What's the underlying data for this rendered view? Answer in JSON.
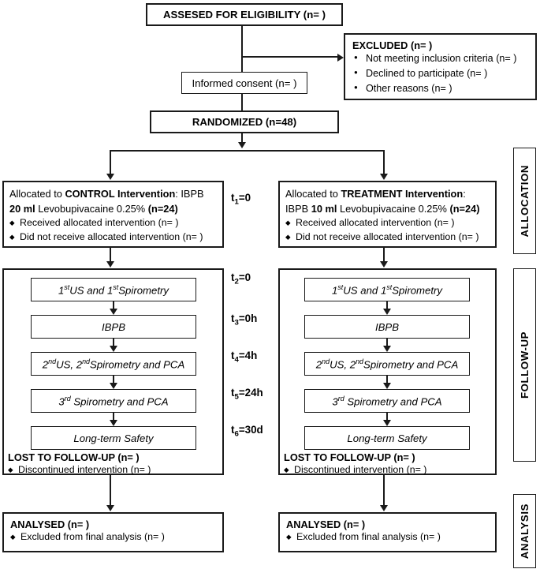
{
  "diagram": {
    "title": "CONSORT participant flow diagram",
    "accent": "#1a1a1a",
    "background": "#ffffff"
  },
  "enrollment": {
    "assessed": "ASSESED FOR ELIGIBILITY (n= )",
    "informed_consent": "Informed consent (n= )",
    "randomized": "RANDOMIZED (n=48)",
    "excluded_title": "EXCLUDED (n= )",
    "excluded_items": [
      "Not meeting inclusion criteria (n= )",
      "Declined to participate (n= )",
      "Other reasons (n= )"
    ]
  },
  "allocation": {
    "left": {
      "line1_pre": "Allocated to ",
      "line1_strong": "CONTROL Intervention",
      "line1_post": ": IBPB",
      "line2_strong1": "20 ml",
      "line2_mid": " Levobupivacaine 0.25% ",
      "line2_strong2": "(n=24)",
      "items": [
        "Received allocated intervention (n= )",
        "Did not receive allocated intervention (n= )"
      ]
    },
    "right": {
      "line1_pre": "Allocated to ",
      "line1_strong": "TREATMENT Intervention",
      "line1_post": ":",
      "line2_pre": "IBPB ",
      "line2_strong1": "10 ml",
      "line2_mid": " Levobupivacaine 0.25% ",
      "line2_strong2": "(n=24)",
      "items": [
        "Received allocated intervention (n= )",
        "Did not receive allocated intervention (n= )"
      ]
    }
  },
  "timeline": [
    {
      "id": "t1",
      "base": "t",
      "sub": "1",
      "value": "=0"
    },
    {
      "id": "t2",
      "base": "t",
      "sub": "2",
      "value": "=0"
    },
    {
      "id": "t3",
      "base": "t",
      "sub": "3",
      "value": "=0h"
    },
    {
      "id": "t4",
      "base": "t",
      "sub": "4",
      "value": "=4h"
    },
    {
      "id": "t5",
      "base": "t",
      "sub": "5",
      "value": "=24h"
    },
    {
      "id": "t6",
      "base": "t",
      "sub": "6",
      "value": "=30d"
    }
  ],
  "followup_steps": [
    {
      "id": "step1",
      "parts": [
        {
          "t": "1",
          "sup": "st"
        },
        {
          "t": "US and "
        },
        {
          "t": "1",
          "sup": "st"
        },
        {
          "t": "Spirometry"
        }
      ],
      "plain": "1stUS and 1stSpirometry"
    },
    {
      "id": "step2",
      "parts": [
        {
          "t": "IBPB"
        }
      ],
      "plain": "IBPB"
    },
    {
      "id": "step3",
      "parts": [
        {
          "t": "2",
          "sup": "nd"
        },
        {
          "t": "US, "
        },
        {
          "t": "2",
          "sup": "nd"
        },
        {
          "t": "Spirometry and PCA"
        }
      ],
      "plain": "2ndUS, 2ndSpirometry and PCA"
    },
    {
      "id": "step4",
      "parts": [
        {
          "t": "3",
          "sup": "rd"
        },
        {
          "t": " Spirometry and PCA"
        }
      ],
      "plain": "3rd Spirometry and PCA"
    },
    {
      "id": "step5",
      "parts": [
        {
          "t": "Long-term Safety"
        }
      ],
      "plain": "Long-term Safety"
    }
  ],
  "lost_followup": {
    "title": "LOST TO FOLLOW-UP (n= )",
    "items": [
      "Discontinued intervention (n= )"
    ]
  },
  "analysis": {
    "title": "ANALYSED (n= )",
    "items": [
      "Excluded from final analysis (n= )"
    ]
  },
  "stages": {
    "allocation": "ALLOCATION",
    "followup": "FOLLOW-UP",
    "analysis": "ANALYSIS"
  }
}
